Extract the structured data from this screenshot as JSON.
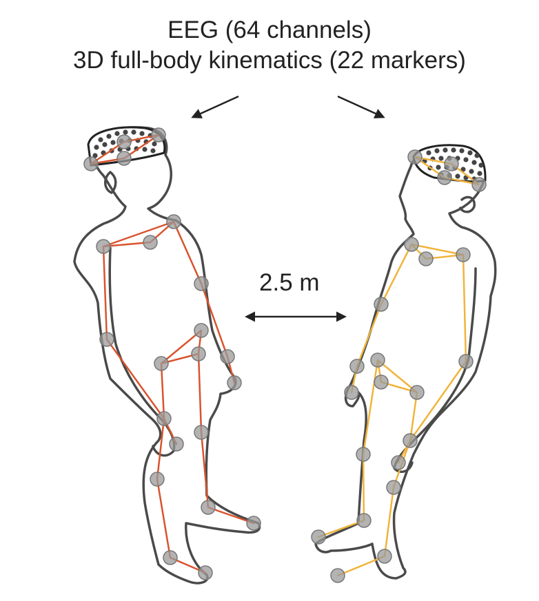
{
  "header": {
    "line1": "EEG (64 channels)",
    "line2": "3D full-body kinematics (22 markers)"
  },
  "distance_label": "2.5 m",
  "colors": {
    "outline": "#4a4a4a",
    "left_skeleton": "#d9532c",
    "right_skeleton": "#f0b43c",
    "marker": "#999999",
    "arrow": "#222222"
  }
}
